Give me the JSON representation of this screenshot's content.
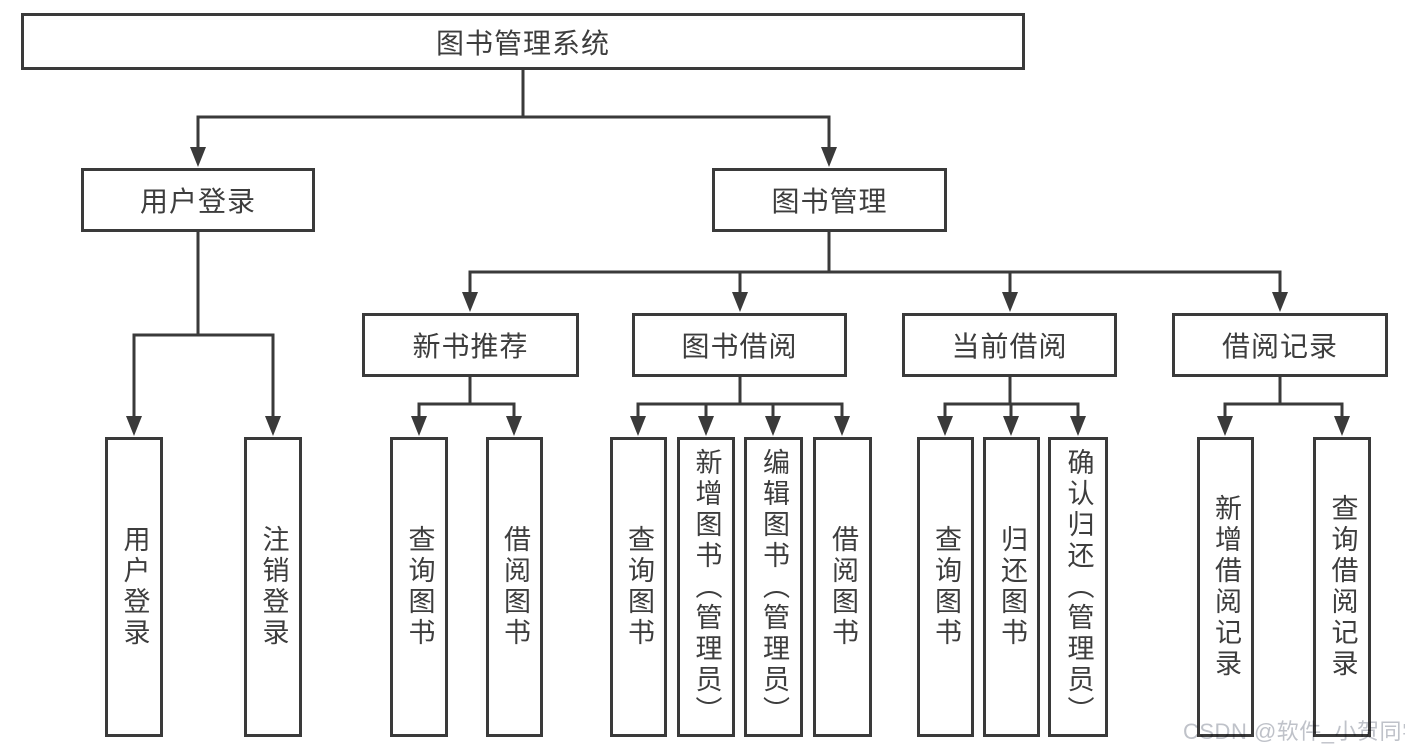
{
  "diagram": {
    "root": {
      "label": "图书管理系统"
    },
    "level2": {
      "user": {
        "label": "用户登录"
      },
      "management": {
        "label": "图书管理"
      }
    },
    "level3": {
      "recommend": {
        "label": "新书推荐"
      },
      "borrow": {
        "label": "图书借阅"
      },
      "current": {
        "label": "当前借阅"
      },
      "records": {
        "label": "借阅记录"
      }
    },
    "leaves": {
      "user": [
        "用户登录",
        "注销登录"
      ],
      "recommend": [
        "查询图书",
        "借阅图书"
      ],
      "borrow": [
        "查询图书",
        "新增图书（管理员）",
        "编辑图书（管理员）",
        "借阅图书"
      ],
      "current": [
        "查询图书",
        "归还图书",
        "确认归还（管理员）"
      ],
      "records": [
        "新增借阅记录",
        "查询借阅记录"
      ]
    },
    "watermark": "CSDN @软件_小贺同学",
    "colors": {
      "line": "#3a3a3a",
      "text": "#3d3d3d",
      "watermark": "#bfc2c9",
      "background": "#ffffff"
    }
  }
}
